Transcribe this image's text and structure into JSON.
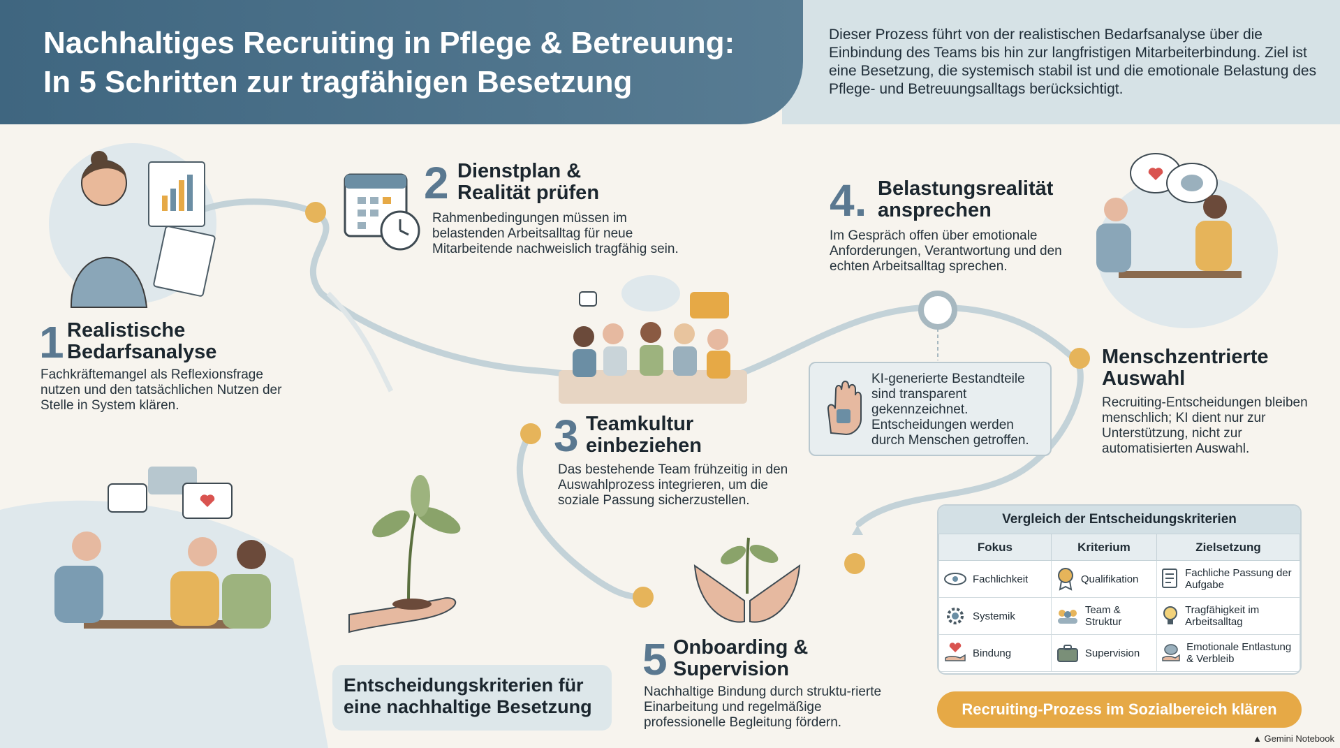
{
  "header": {
    "title_line1": "Nachhaltiges Recruiting in Pflege & Betreuung:",
    "title_line2": "In 5 Schritten zur tragfähigen Besetzung",
    "intro": "Dieser Prozess führt von der realistischen Bedarfsanalyse über die Einbindung des Teams bis hin zur langfristigen Mitarbeiterbindung. Ziel ist eine Besetzung, die systemisch stabil ist und die emotionale Belastung des Pflege- und Betreuungsalltags berücksichtigt."
  },
  "steps": [
    {
      "num": "1",
      "title_line1": "Realistische",
      "title_line2": "Bedarfsanalyse",
      "desc": "Fachkräftemangel als Reflexionsfrage nutzen und den tatsächlichen Nutzen der Stelle in System klären."
    },
    {
      "num": "2",
      "title_line1": "Dienstplan &",
      "title_line2": "Realität prüfen",
      "desc": "Rahmenbedingungen müssen im belastenden Arbeitsalltag für neue Mitarbeitende nachweislich tragfähig sein."
    },
    {
      "num": "3",
      "title_line1": "Teamkultur",
      "title_line2": "einbeziehen",
      "desc": "Das bestehende Team frühzeitig in den Auswahlprozess integrieren, um die soziale Passung sicherzustellen."
    },
    {
      "num": "4.",
      "title_line1": "Belastungsrealität",
      "title_line2": "ansprechen",
      "desc": "Im Gespräch offen über emotionale Anforderungen, Verantwortung und den echten Arbeitsalltag sprechen."
    },
    {
      "num": "5",
      "title_line1": "Onboarding &",
      "title_line2": "Supervision",
      "desc": "Nachhaltige Bindung durch struktu-rierte Einarbeitung und regelmäßige professionelle Begleitung fördern."
    }
  ],
  "human_choice": {
    "title_line1": "Menschzentrierte",
    "title_line2": "Auswahl",
    "desc": "Recruiting-Entscheidungen bleiben menschlich; KI dient nur zur Unterstützung, nicht zur automatisierten Auswahl."
  },
  "ai_note": "KI-generierte Bestandteile sind transparent gekennzeichnet. Entscheidungen werden durch Menschen getroffen.",
  "criteria": {
    "heading": "Vergleich der Entscheidungskriterien",
    "columns": [
      "Fokus",
      "Kriterium",
      "Zielsetzung"
    ],
    "rows": [
      {
        "fokus": "Fachlichkeit",
        "fokus_icon": "eye-icon",
        "kriterium": "Qualifikation",
        "kriterium_icon": "award-icon",
        "ziel": "Fachliche Passung der Aufgabe",
        "ziel_icon": "document-icon"
      },
      {
        "fokus": "Systemik",
        "fokus_icon": "gear-icon",
        "kriterium": "Team & Struktur",
        "kriterium_icon": "team-icon",
        "ziel": "Tragfähigkeit im Arbeitsalltag",
        "ziel_icon": "lightbulb-icon"
      },
      {
        "fokus": "Bindung",
        "fokus_icon": "heart-hand-icon",
        "kriterium": "Supervision",
        "kriterium_icon": "briefcase-icon",
        "ziel": "Emotionale Entlastung & Verbleib",
        "ziel_icon": "brain-hand-icon"
      }
    ]
  },
  "bottom_label": "Entscheidungskriterien für eine nachhaltige Besetzung",
  "cta_label": "Recruiting-Prozess im Sozialbereich klären",
  "brand": "Gemini Notebook",
  "colors": {
    "header": "#4a6f87",
    "accent": "#e6a946",
    "path": "#c3d2d8"
  }
}
